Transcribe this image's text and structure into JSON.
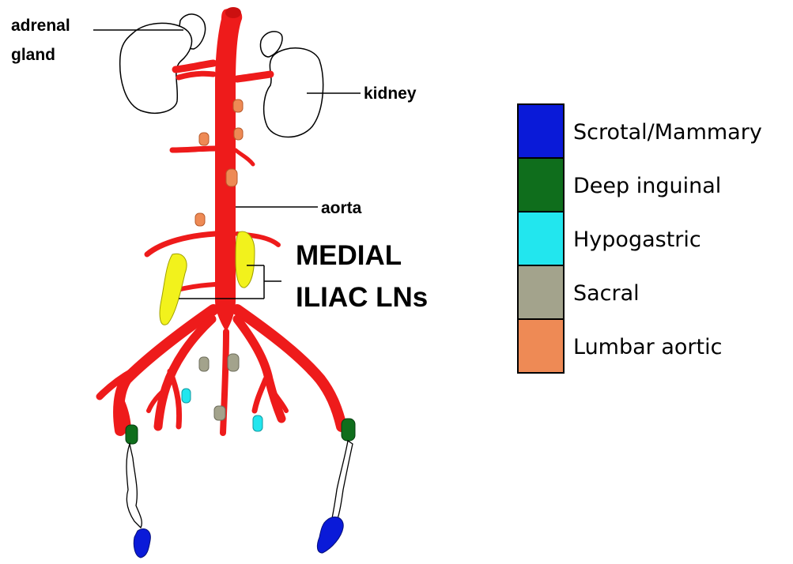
{
  "labels": {
    "adrenal_line1": "adrenal",
    "adrenal_line2": "gland",
    "kidney": "kidney",
    "aorta": "aorta",
    "medial_line1": "MEDIAL",
    "medial_line2": "ILIAC LNs"
  },
  "legend": [
    {
      "name": "Scrotal/Mammary",
      "color": "#0a1ad8"
    },
    {
      "name": "Deep inguinal",
      "color": "#0f6e1c"
    },
    {
      "name": "Hypogastric",
      "color": "#22e6ee"
    },
    {
      "name": "Sacral",
      "color": "#a3a38c"
    },
    {
      "name": "Lumbar aortic",
      "color": "#ee8a55"
    }
  ],
  "colors": {
    "artery": "#ee1b1b",
    "medial_iliac": "#f2f21c",
    "outline": "#000000"
  }
}
